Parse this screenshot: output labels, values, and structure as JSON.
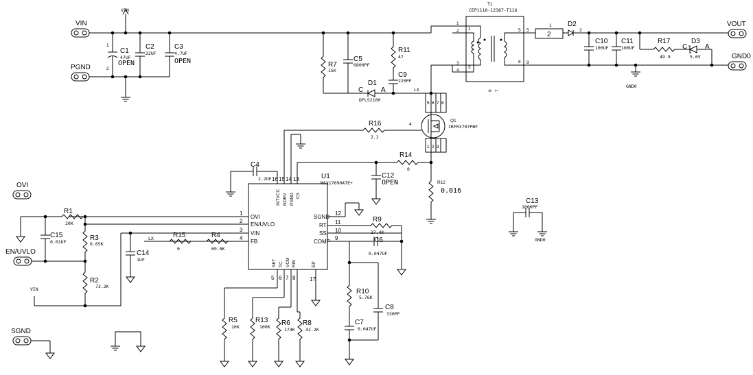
{
  "connectors": {
    "vin": "VIN",
    "pgnd": "PGND",
    "ovi": "OVI",
    "en_uvlo": "EN/UVLO",
    "sgnd": "SGND",
    "vout": "VOUT",
    "gnd0": "GND0"
  },
  "net_labels": {
    "vin_arrow": "VIN",
    "vin_r2": "VIN",
    "lx_top": "LX",
    "lx_fb": "LX",
    "gnd0_c11": "GND0",
    "gnd0_c13": "GND0"
  },
  "ic": {
    "ref": "U1",
    "part": "MAX17690ATE+",
    "left_pins": [
      {
        "num": "1",
        "name": "OVI"
      },
      {
        "num": "2",
        "name": "EN/UVLO"
      },
      {
        "num": "3",
        "name": "VIN"
      },
      {
        "num": "4",
        "name": "FB"
      }
    ],
    "right_pins": [
      {
        "num": "12",
        "name": "SGND"
      },
      {
        "num": "11",
        "name": "RT"
      },
      {
        "num": "10",
        "name": "SS"
      },
      {
        "num": "9",
        "name": "COMP"
      }
    ],
    "top_pins": [
      {
        "num": "16",
        "name": "INTVCC"
      },
      {
        "num": "15",
        "name": "NDRV"
      },
      {
        "num": "14",
        "name": "PGND"
      },
      {
        "num": "13",
        "name": "CS"
      }
    ],
    "bottom_pins": [
      {
        "num": "5",
        "name": "SET"
      },
      {
        "num": "6",
        "name": "TC"
      },
      {
        "num": "7",
        "name": "VCM"
      },
      {
        "num": "8",
        "name": "RIN"
      },
      {
        "num": "17",
        "name": "EP"
      }
    ]
  },
  "transformer": {
    "ref": "T1",
    "part": "CEP1110-12387-T116",
    "pins": [
      "1",
      "2",
      "3",
      "4",
      "5",
      "6",
      "7",
      "8"
    ]
  },
  "mosfet": {
    "ref": "Q1",
    "part": "IRFR3707PBF",
    "pins": [
      "1",
      "2",
      "3",
      "4",
      "5",
      "6",
      "7",
      "8"
    ]
  },
  "components": {
    "C1": {
      "ref": "C1",
      "value": "47UF",
      "note": "OPEN"
    },
    "C2": {
      "ref": "C2",
      "value": "22UF"
    },
    "C3": {
      "ref": "C3",
      "value": "4.7UF",
      "note": "OPEN"
    },
    "R7": {
      "ref": "R7",
      "value": "15K"
    },
    "C5": {
      "ref": "C5",
      "value": "6800PF"
    },
    "R11": {
      "ref": "R11",
      "value": "47"
    },
    "C9": {
      "ref": "C9",
      "value": "220PF"
    },
    "D1": {
      "ref": "D1",
      "value": "DFLS2100",
      "anode": "A",
      "cathode": "C"
    },
    "D2": {
      "ref": "D2",
      "pin1": "1",
      "pin2": "2",
      "pin3": "3"
    },
    "C10": {
      "ref": "C10",
      "value": "100UF"
    },
    "C11": {
      "ref": "C11",
      "value": "100UF"
    },
    "R17": {
      "ref": "R17",
      "value": "49.9"
    },
    "D3": {
      "ref": "D3",
      "value": "5.6V",
      "anode": "A",
      "cathode": "C"
    },
    "R16": {
      "ref": "R16",
      "value": "2.2"
    },
    "C4": {
      "ref": "C4",
      "value": "2.2UF"
    },
    "R14": {
      "ref": "R14",
      "value": "0"
    },
    "C12": {
      "ref": "C12",
      "note": "OPEN"
    },
    "R12": {
      "ref": "R12",
      "value": "0.016"
    },
    "C13": {
      "ref": "C13",
      "value": "1000PF"
    },
    "R1": {
      "ref": "R1",
      "value": "20K"
    },
    "C15": {
      "ref": "C15",
      "value": "0.01UF"
    },
    "R3": {
      "ref": "R3",
      "value": "6.65K"
    },
    "R2": {
      "ref": "R2",
      "value": "73.2K"
    },
    "C14": {
      "ref": "C14",
      "value": "1UF"
    },
    "R15": {
      "ref": "R15",
      "value": "0"
    },
    "R4": {
      "ref": "R4",
      "value": "69.8K"
    },
    "R9": {
      "ref": "R9",
      "value": "27.4K"
    },
    "C6": {
      "ref": "C6",
      "value": "0.047UF"
    },
    "R10": {
      "ref": "R10",
      "value": "5.76K"
    },
    "C7": {
      "ref": "C7",
      "value": "0.047UF"
    },
    "C8": {
      "ref": "C8",
      "value": "330PF"
    },
    "R5": {
      "ref": "R5",
      "value": "10K"
    },
    "R13": {
      "ref": "R13",
      "value": "100K"
    },
    "R6": {
      "ref": "R6",
      "value": "174K"
    },
    "R8": {
      "ref": "R8",
      "value": "42.2K"
    }
  },
  "pin_numbers": {
    "c1_plus": "1",
    "c1_minus": "2",
    "t1_6": "6",
    "t1_7": "7",
    "q_gate": "4"
  }
}
